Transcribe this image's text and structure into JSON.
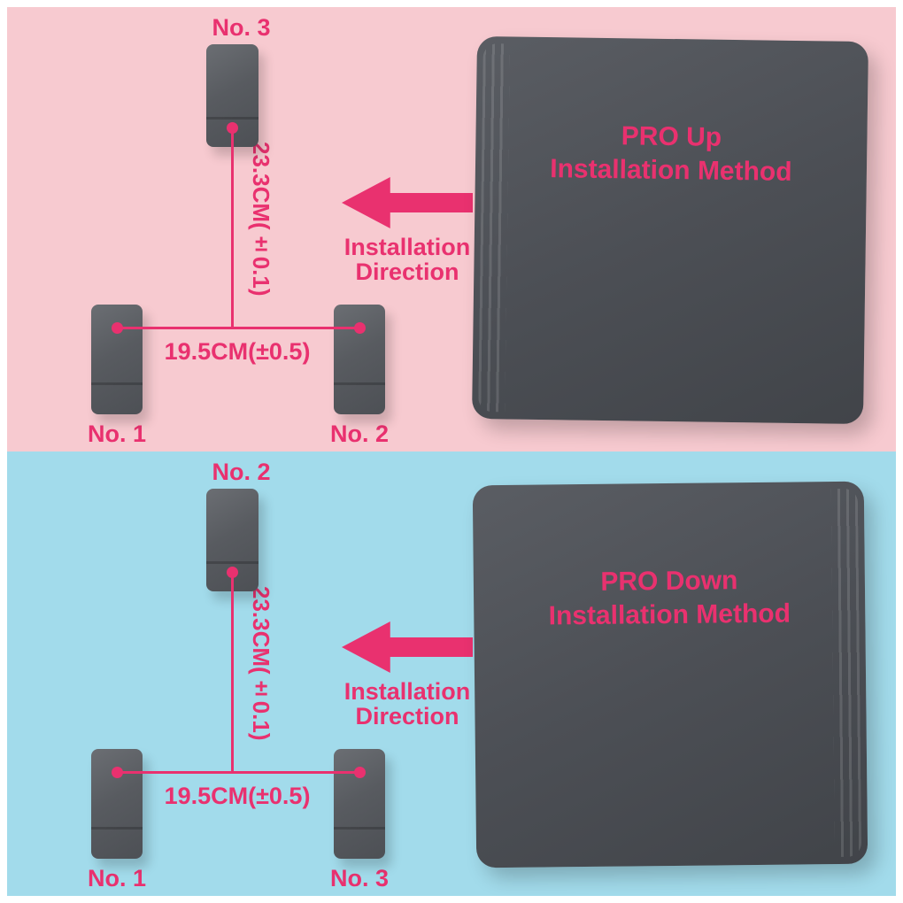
{
  "colors": {
    "accent": "#e9316f",
    "panel-top-bg": "#f7cad0",
    "panel-bottom-bg": "#a2dbeb",
    "console-gray": "#4c4f55",
    "bracket-gray": "#585b60"
  },
  "panels": [
    {
      "name": "pro-up",
      "console_title_line1": "PRO Up",
      "console_title_line2": "Installation Method",
      "top_bracket_label": "No. 3",
      "left_bracket_label": "No. 1",
      "right_bracket_label": "No. 2",
      "vertical_measurement": "23.3CM(±0.1)",
      "horizontal_measurement": "19.5CM(±0.5)",
      "direction_label_line1": "Installation",
      "direction_label_line2": "Direction"
    },
    {
      "name": "pro-down",
      "console_title_line1": "PRO Down",
      "console_title_line2": "Installation Method",
      "top_bracket_label": "No. 2",
      "left_bracket_label": "No. 1",
      "right_bracket_label": "No. 3",
      "vertical_measurement": "23.3CM(±0.1)",
      "horizontal_measurement": "19.5CM(±0.5)",
      "direction_label_line1": "Installation",
      "direction_label_line2": "Direction"
    }
  ]
}
